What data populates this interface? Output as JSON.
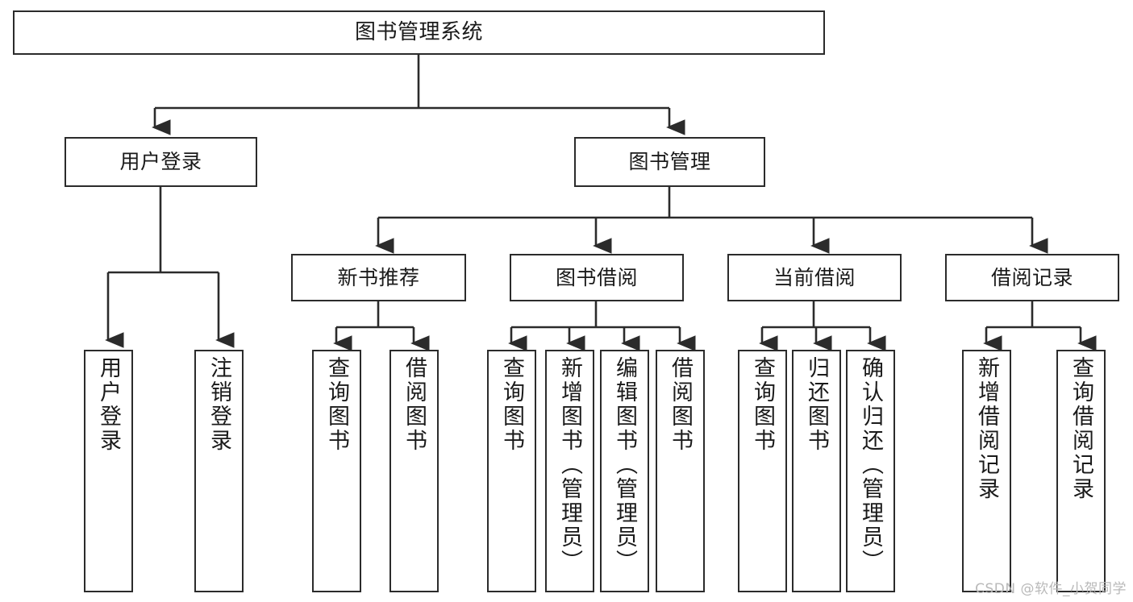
{
  "diagram": {
    "type": "tree-hierarchy-chart",
    "title": "图书管理系统",
    "stroke_color": "#2b2b2b",
    "background_color": "#ffffff",
    "levels": [
      {
        "level": 1,
        "nodes": [
          {
            "id": "root",
            "label": "图书管理系统",
            "orientation": "horizontal"
          }
        ]
      },
      {
        "level": 2,
        "nodes": [
          {
            "id": "user-login",
            "label": "用户登录",
            "orientation": "horizontal",
            "parent": "root"
          },
          {
            "id": "book-manage",
            "label": "图书管理",
            "orientation": "horizontal",
            "parent": "root"
          }
        ]
      },
      {
        "level": 3,
        "nodes": [
          {
            "id": "new-book-rec",
            "label": "新书推荐",
            "orientation": "horizontal",
            "parent": "book-manage"
          },
          {
            "id": "book-borrow",
            "label": "图书借阅",
            "orientation": "horizontal",
            "parent": "book-manage"
          },
          {
            "id": "current-borrow",
            "label": "当前借阅",
            "orientation": "horizontal",
            "parent": "book-manage"
          },
          {
            "id": "borrow-record",
            "label": "借阅记录",
            "orientation": "horizontal",
            "parent": "book-manage"
          }
        ]
      },
      {
        "level": 4,
        "nodes": [
          {
            "id": "leaf-user-login",
            "label": "用户登录",
            "orientation": "vertical",
            "parent": "user-login"
          },
          {
            "id": "leaf-logout",
            "label": "注销登录",
            "orientation": "vertical",
            "parent": "user-login"
          },
          {
            "id": "leaf-query-book-1",
            "label": "查询图书",
            "orientation": "vertical",
            "parent": "new-book-rec"
          },
          {
            "id": "leaf-borrow-book-1",
            "label": "借阅图书",
            "orientation": "vertical",
            "parent": "new-book-rec"
          },
          {
            "id": "leaf-query-book-2",
            "label": "查询图书",
            "orientation": "vertical",
            "parent": "book-borrow"
          },
          {
            "id": "leaf-add-book",
            "label": "新增图书（管理员）",
            "orientation": "vertical",
            "parent": "book-borrow"
          },
          {
            "id": "leaf-edit-book",
            "label": "编辑图书（管理员）",
            "orientation": "vertical",
            "parent": "book-borrow"
          },
          {
            "id": "leaf-borrow-book-2",
            "label": "借阅图书",
            "orientation": "vertical",
            "parent": "book-borrow"
          },
          {
            "id": "leaf-query-book-3",
            "label": "查询图书",
            "orientation": "vertical",
            "parent": "current-borrow"
          },
          {
            "id": "leaf-return-book",
            "label": "归还图书",
            "orientation": "vertical",
            "parent": "current-borrow"
          },
          {
            "id": "leaf-confirm-return",
            "label": "确认归还（管理员）",
            "orientation": "vertical",
            "parent": "current-borrow"
          },
          {
            "id": "leaf-add-record",
            "label": "新增借阅记录",
            "orientation": "vertical",
            "parent": "borrow-record"
          },
          {
            "id": "leaf-query-record",
            "label": "查询借阅记录",
            "orientation": "vertical",
            "parent": "borrow-record"
          }
        ]
      }
    ]
  },
  "watermark": {
    "text": "CSDN @软件_小贺同学"
  }
}
